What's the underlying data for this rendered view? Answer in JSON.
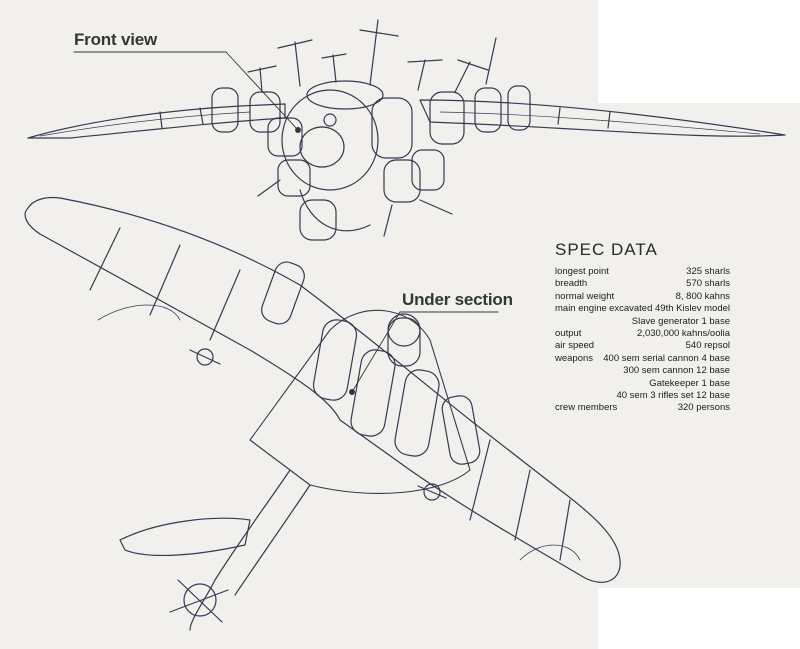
{
  "labels": {
    "front_view": "Front view",
    "under_section": "Under section"
  },
  "spec": {
    "title": "SPEC DATA",
    "rows": [
      {
        "key": "longest point",
        "value": "325 sharls"
      },
      {
        "key": "breadth",
        "value": "570 sharls"
      },
      {
        "key": "normal weight",
        "value": "8, 800 kahns"
      },
      {
        "key": "main engine",
        "value": "excavated 49th Kislev model"
      },
      {
        "key": "",
        "value": "Slave generator 1 base"
      },
      {
        "key": "output",
        "value": "2,030,000 kahns/oolia"
      },
      {
        "key": "air speed",
        "value": "540 repsol"
      },
      {
        "key": "weapons",
        "value": "400 sem serial cannon 4 base"
      },
      {
        "key": "",
        "value": "300 sem cannon 12 base"
      },
      {
        "key": "",
        "value": "Gatekeeper  1 base"
      },
      {
        "key": "",
        "value": "40 sem 3 rifles set 12 base"
      },
      {
        "key": "crew members",
        "value": "320 persons"
      }
    ]
  },
  "colors": {
    "paper": "#f1f0ec",
    "ink": "#3a3752",
    "label_text": "#2f3a33"
  }
}
